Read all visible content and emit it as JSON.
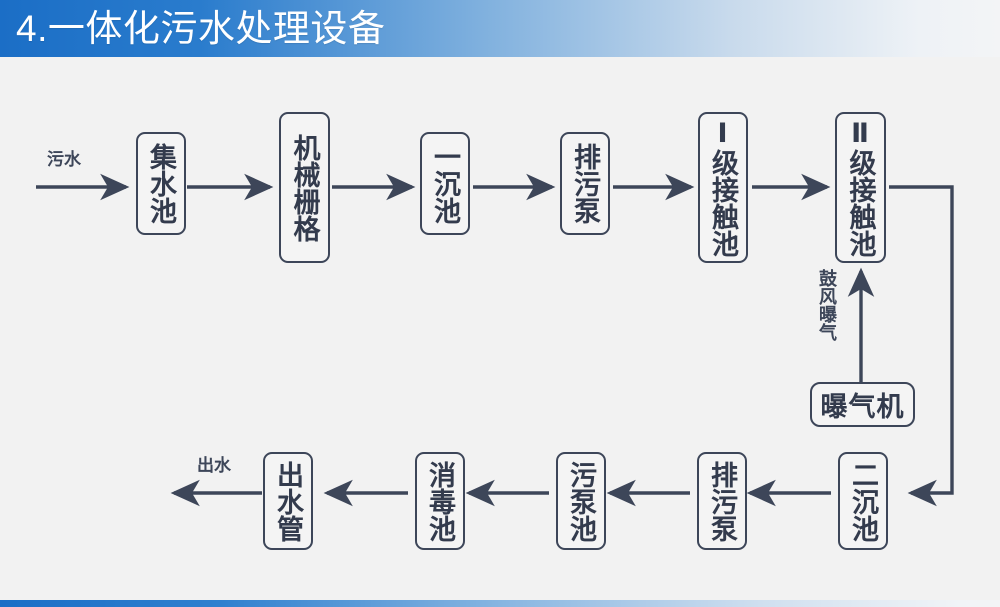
{
  "header": {
    "title": "4.一体化污水处理设备",
    "gradient_start": "#1b6ec6",
    "gradient_end": "#f3f4f6"
  },
  "footer": {
    "gradient_start": "#1b6ec6",
    "gradient_end": "#f3f4f6"
  },
  "canvas": {
    "background": "#f2f2f2",
    "line_color": "#3d4659",
    "box_fill": "#f4f4f4"
  },
  "diagram": {
    "type": "process-flowchart",
    "nodes": [
      {
        "id": "jishuichi",
        "label": "集水池",
        "orientation": "vertical",
        "row": 1
      },
      {
        "id": "jixieshange",
        "label": "机械栅格",
        "orientation": "vertical",
        "row": 1
      },
      {
        "id": "yichenchi",
        "label": "一沉池",
        "orientation": "vertical",
        "row": 1
      },
      {
        "id": "paiwubeng1",
        "label": "排污泵",
        "orientation": "vertical",
        "row": 1
      },
      {
        "id": "yijijiechu",
        "label": "Ⅰ级接触池",
        "orientation": "vertical",
        "row": 1
      },
      {
        "id": "erjijiechu",
        "label": "Ⅱ级接触池",
        "orientation": "vertical",
        "row": 1
      },
      {
        "id": "baoqiji",
        "label": "曝气机",
        "orientation": "horizontal",
        "row": 1.5
      },
      {
        "id": "erchenchi",
        "label": "二沉池",
        "orientation": "vertical",
        "row": 2
      },
      {
        "id": "paiwubeng2",
        "label": "排污泵",
        "orientation": "vertical",
        "row": 2
      },
      {
        "id": "wubengchi",
        "label": "污泵池",
        "orientation": "vertical",
        "row": 2
      },
      {
        "id": "xiaoduchi",
        "label": "消毒池",
        "orientation": "vertical",
        "row": 2
      },
      {
        "id": "chushuiguan",
        "label": "出水管",
        "orientation": "vertical",
        "row": 2
      }
    ],
    "edge_labels": {
      "inlet": "污水",
      "outlet": "出水",
      "aeration": "鼓风曝气"
    },
    "flow_order": [
      "污水",
      "集水池",
      "机械栅格",
      "一沉池",
      "排污泵",
      "Ⅰ级接触池",
      "Ⅱ级接触池",
      "二沉池",
      "排污泵",
      "污泵池",
      "消毒池",
      "出水管",
      "出水"
    ]
  }
}
